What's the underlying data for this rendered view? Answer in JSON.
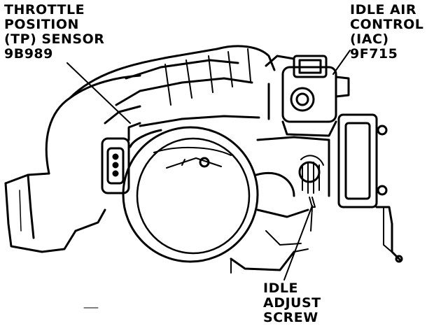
{
  "labels": {
    "tp_sensor": {
      "lines": [
        "THROTTLE",
        "POSITION",
        "(TP) SENSOR",
        "9B989"
      ]
    },
    "iac": {
      "lines": [
        "IDLE AIR",
        "CONTROL",
        "(IAC)",
        "9F715"
      ]
    },
    "idle_screw": {
      "lines": [
        "IDLE",
        "ADJUST",
        "SCREW"
      ]
    }
  },
  "colors": {
    "ink": "#000000",
    "paper": "#ffffff"
  }
}
